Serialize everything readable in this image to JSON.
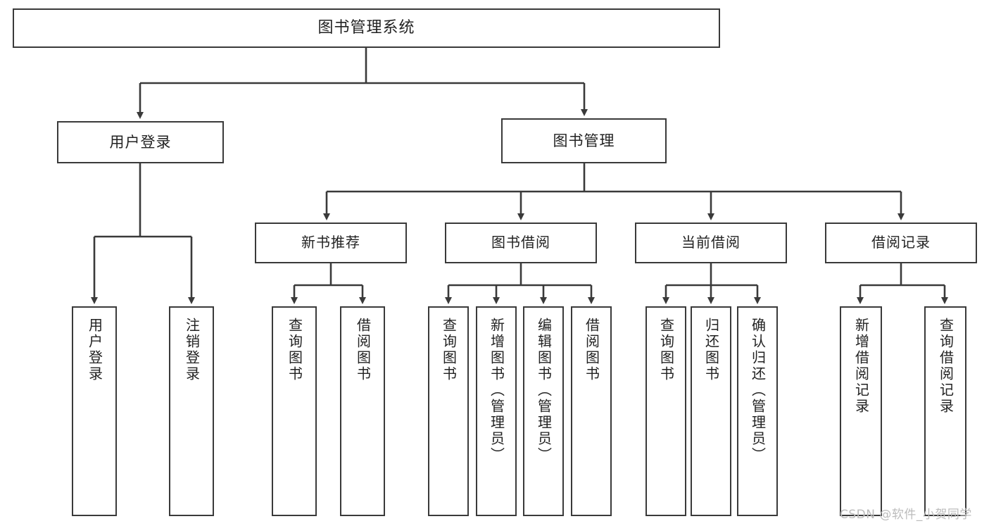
{
  "diagram": {
    "title": "图书管理系统",
    "type": "tree",
    "watermark": "CSDN @软件_小贺同学",
    "colors": {
      "box_border": "#3a3a3a",
      "box_fill": "#ffffff",
      "connector": "#3a3a3a",
      "text": "#222222",
      "watermark": "#bcbcbc"
    },
    "root": {
      "label": "图书管理系统"
    },
    "level2": [
      {
        "id": "user-login",
        "label": "用户登录"
      },
      {
        "id": "book-management",
        "label": "图书管理"
      }
    ],
    "level3": [
      {
        "id": "new-book-recommend",
        "label": "新书推荐"
      },
      {
        "id": "book-borrow",
        "label": "图书借阅"
      },
      {
        "id": "current-borrow",
        "label": "当前借阅"
      },
      {
        "id": "borrow-record",
        "label": "借阅记录"
      }
    ],
    "leaves": {
      "user_login": [
        {
          "id": "leaf-user-login",
          "label": "用户登录"
        },
        {
          "id": "leaf-logout-login",
          "label": "注销登录"
        }
      ],
      "new_book_recommend": [
        {
          "id": "leaf-query-book-1",
          "label": "查询图书"
        },
        {
          "id": "leaf-borrow-book-1",
          "label": "借阅图书"
        }
      ],
      "book_borrow": [
        {
          "id": "leaf-query-book-2",
          "label": "查询图书"
        },
        {
          "id": "leaf-add-book",
          "label": "新增图书（管理员）"
        },
        {
          "id": "leaf-edit-book",
          "label": "编辑图书（管理员）"
        },
        {
          "id": "leaf-borrow-book-2",
          "label": "借阅图书"
        }
      ],
      "current_borrow": [
        {
          "id": "leaf-query-book-3",
          "label": "查询图书"
        },
        {
          "id": "leaf-return-book",
          "label": "归还图书"
        },
        {
          "id": "leaf-confirm-return",
          "label": "确认归还（管理员）"
        }
      ],
      "borrow_record": [
        {
          "id": "leaf-add-record",
          "label": "新增借阅记录"
        },
        {
          "id": "leaf-query-record",
          "label": "查询借阅记录"
        }
      ]
    }
  }
}
